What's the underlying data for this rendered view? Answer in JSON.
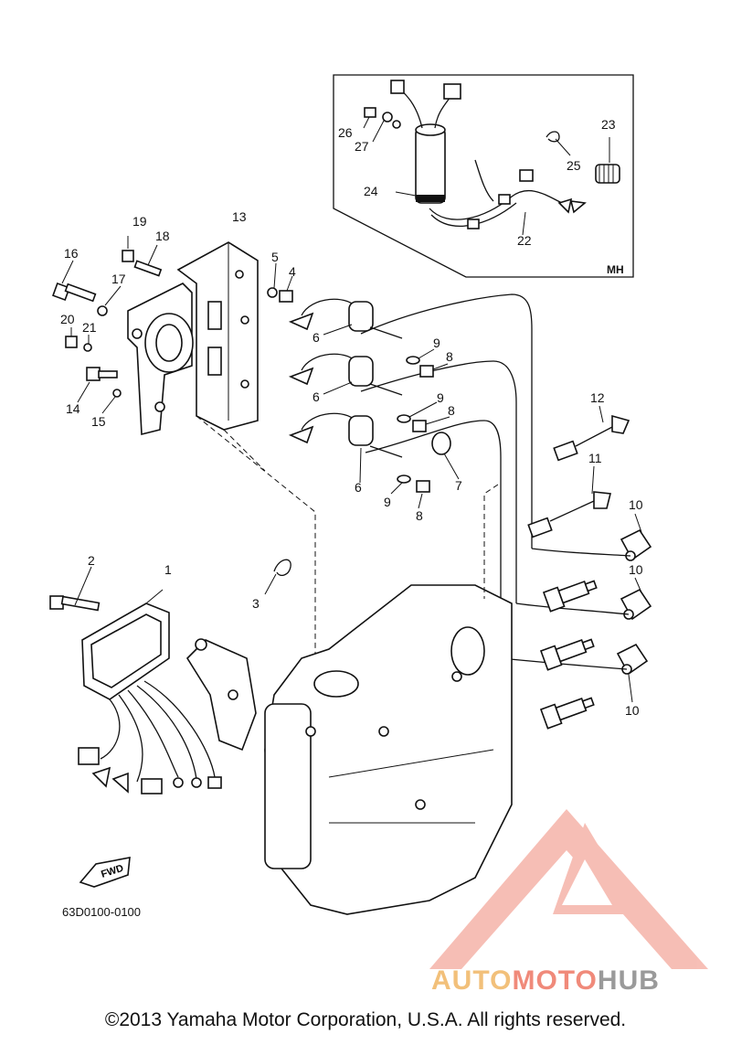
{
  "callouts": [
    "1",
    "2",
    "3",
    "4",
    "5",
    "6",
    "6",
    "6",
    "7",
    "8",
    "8",
    "8",
    "9",
    "9",
    "9",
    "10",
    "10",
    "10",
    "11",
    "12",
    "13",
    "14",
    "15",
    "16",
    "17",
    "18",
    "19",
    "20",
    "21",
    "22",
    "23",
    "24",
    "25",
    "26",
    "27"
  ],
  "inset_tag": "MH",
  "fwd_label": "FWD",
  "diagram_code": "63D0100-0100",
  "copyright": "©2013 Yamaha Motor Corporation, U.S.A. All rights reserved.",
  "watermark": {
    "part1": "AUTO",
    "part2": "MOTO",
    "part3": "HUB"
  },
  "colors": {
    "line": "#111111",
    "watermark_red": "#f08a7a",
    "watermark_orange": "#f2c07a",
    "watermark_gray": "#9a9a9a"
  }
}
